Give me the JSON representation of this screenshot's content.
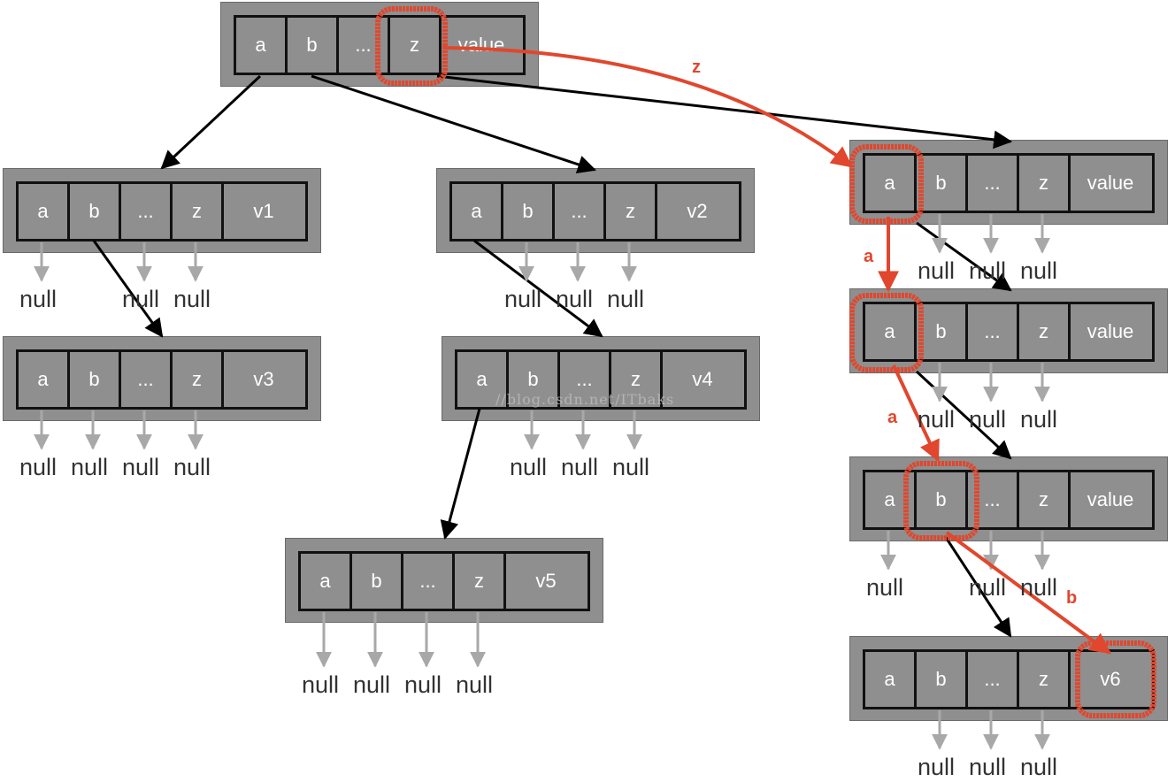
{
  "nodes": {
    "root": {
      "labels": [
        "a",
        "b",
        "...",
        "z",
        "value"
      ]
    },
    "n1": {
      "labels": [
        "a",
        "b",
        "...",
        "z",
        "v1"
      ]
    },
    "n2": {
      "labels": [
        "a",
        "b",
        "...",
        "z",
        "v2"
      ]
    },
    "n3": {
      "labels": [
        "a",
        "b",
        "...",
        "z",
        "v3"
      ]
    },
    "n4": {
      "labels": [
        "a",
        "b",
        "...",
        "z",
        "v4"
      ]
    },
    "n5": {
      "labels": [
        "a",
        "b",
        "...",
        "z",
        "v5"
      ]
    },
    "rz": {
      "labels": [
        "a",
        "b",
        "...",
        "z",
        "value"
      ]
    },
    "rza": {
      "labels": [
        "a",
        "b",
        "...",
        "z",
        "value"
      ]
    },
    "rzaa": {
      "labels": [
        "a",
        "b",
        "...",
        "z",
        "value"
      ]
    },
    "rzaab": {
      "labels": [
        "a",
        "b",
        "...",
        "z",
        "v6"
      ]
    }
  },
  "null_text": "null",
  "path_labels": [
    "z",
    "a",
    "a",
    "b"
  ],
  "watermark": "//blog.csdn.net/ITbaks",
  "colors": {
    "node_fill": "#8f8f8f",
    "cell_border": "#111111",
    "highlight": "#e0472e",
    "null_arrow": "#a8a8a8",
    "edge": "#000000"
  }
}
